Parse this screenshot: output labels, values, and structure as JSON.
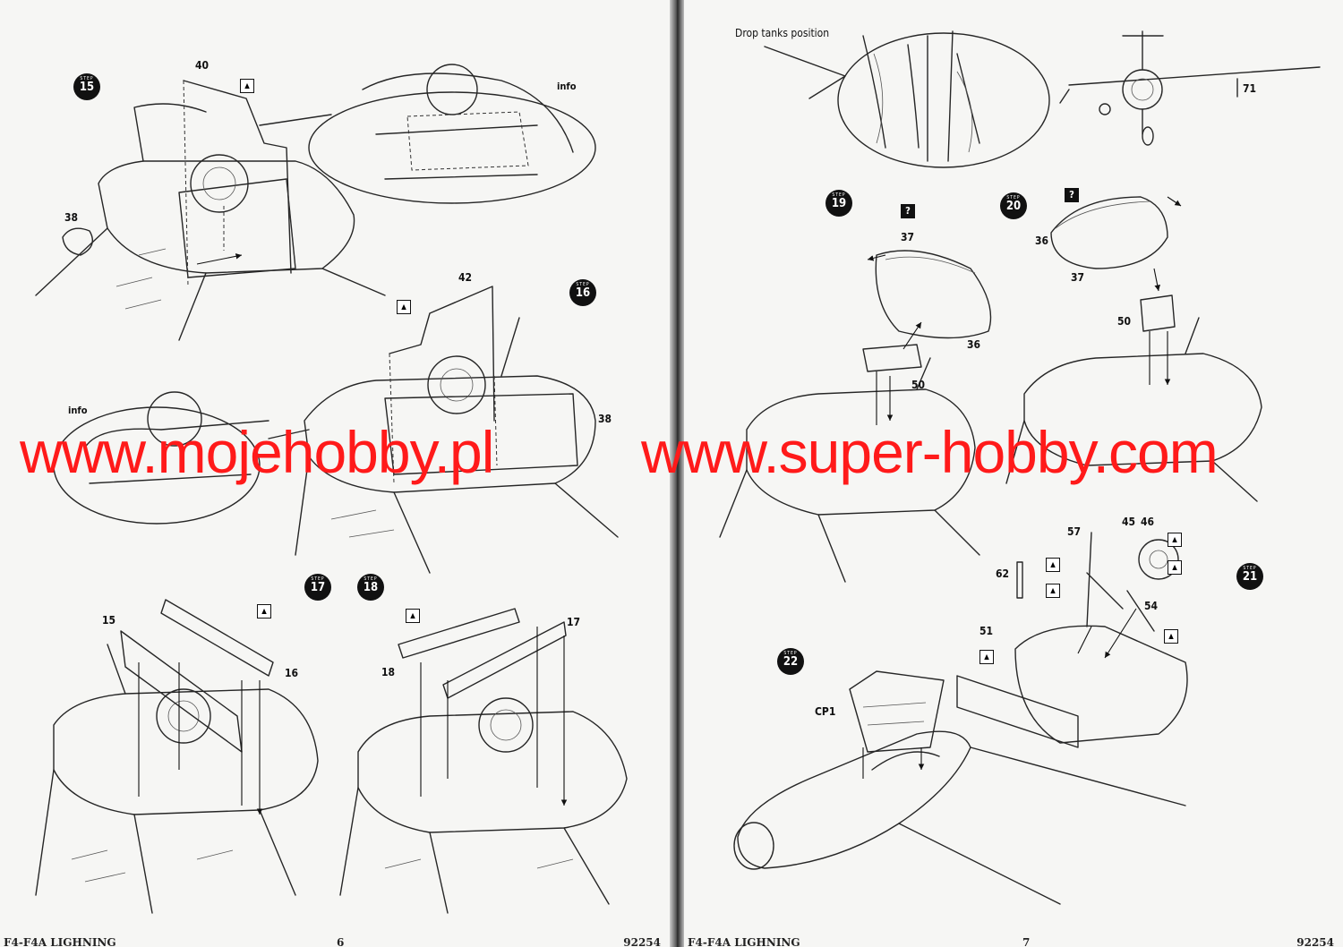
{
  "left_page": {
    "steps": [
      "15",
      "16",
      "17",
      "18"
    ],
    "step_word": "STEP",
    "info_labels": [
      "info",
      "info"
    ],
    "parts": [
      "40",
      "38",
      "42",
      "38",
      "15",
      "16",
      "18",
      "17"
    ],
    "footer": {
      "title": "F4-F4A LIGHNING",
      "page": "6",
      "code": "92254"
    }
  },
  "right_page": {
    "caption": "Drop tanks position",
    "steps": [
      "19",
      "20",
      "21",
      "22"
    ],
    "step_word": "STEP",
    "parts": [
      "71",
      "37",
      "36",
      "50",
      "36",
      "37",
      "50",
      "57",
      "45",
      "46",
      "62",
      "54",
      "51",
      "CP1"
    ],
    "footer": {
      "title": "F4-F4A LIGHNING",
      "page": "7",
      "code": "92254"
    }
  },
  "watermark": {
    "left": "www.mojehobby.pl",
    "right": "www.super-hobby.com"
  },
  "colors": {
    "watermark": "#ff1a1a",
    "paper": "#f6f6f4",
    "ink": "#222222"
  },
  "icons": {
    "glue": "glue-bottle-icon",
    "optional": "question-icon"
  }
}
